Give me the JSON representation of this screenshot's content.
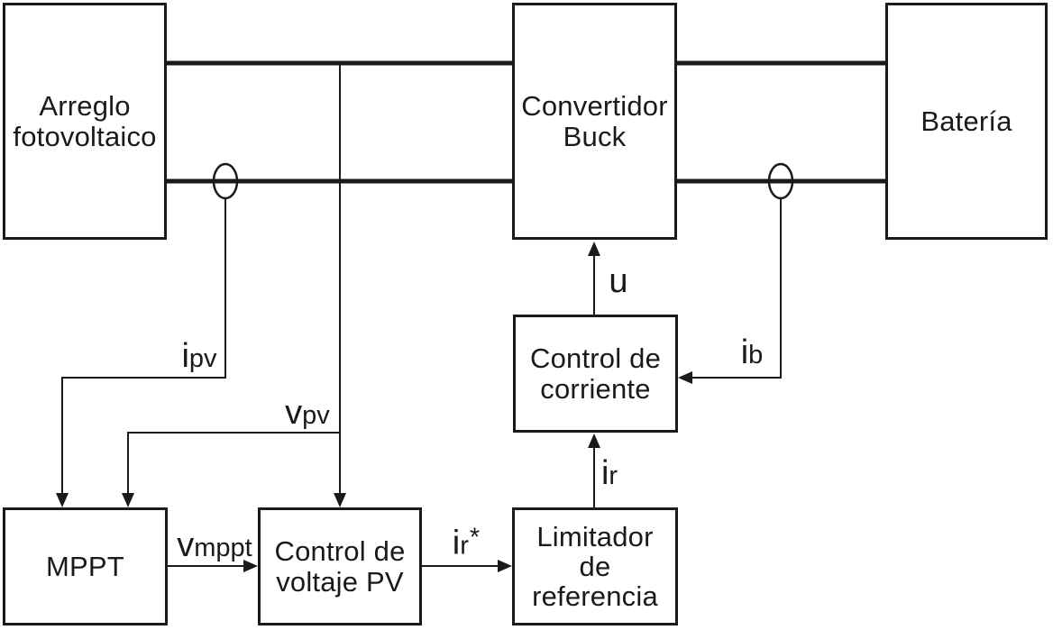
{
  "figure_type": "block-diagram",
  "colors": {
    "ink": "#1a1a1a",
    "background": "#ffffff"
  },
  "blocks": {
    "pv_array": {
      "line1": "Arreglo",
      "line2": "fotovoltaico"
    },
    "buck": {
      "line1": "Convertidor",
      "line2": "Buck"
    },
    "battery": {
      "line1": "Batería"
    },
    "current_control": {
      "line1": "Control de",
      "line2": "corriente"
    },
    "mppt": {
      "line1": "MPPT"
    },
    "pv_voltage_control": {
      "line1": "Control de",
      "line2": "voltaje PV"
    },
    "ref_limiter": {
      "line1": "Limitador",
      "line2": "de",
      "line3": "referencia"
    }
  },
  "signals": {
    "ipv": {
      "main": "i",
      "sub": "pv"
    },
    "vpv": {
      "main": "v",
      "sub": "pv"
    },
    "vmppt": {
      "main": "v",
      "sub": "mppt"
    },
    "ir_ref": {
      "main": "i",
      "sub": "r",
      "sup": "*"
    },
    "ir": {
      "main": "i",
      "sub": "r"
    },
    "u": {
      "main": "u"
    },
    "ib": {
      "main": "i",
      "sub": "b"
    }
  }
}
